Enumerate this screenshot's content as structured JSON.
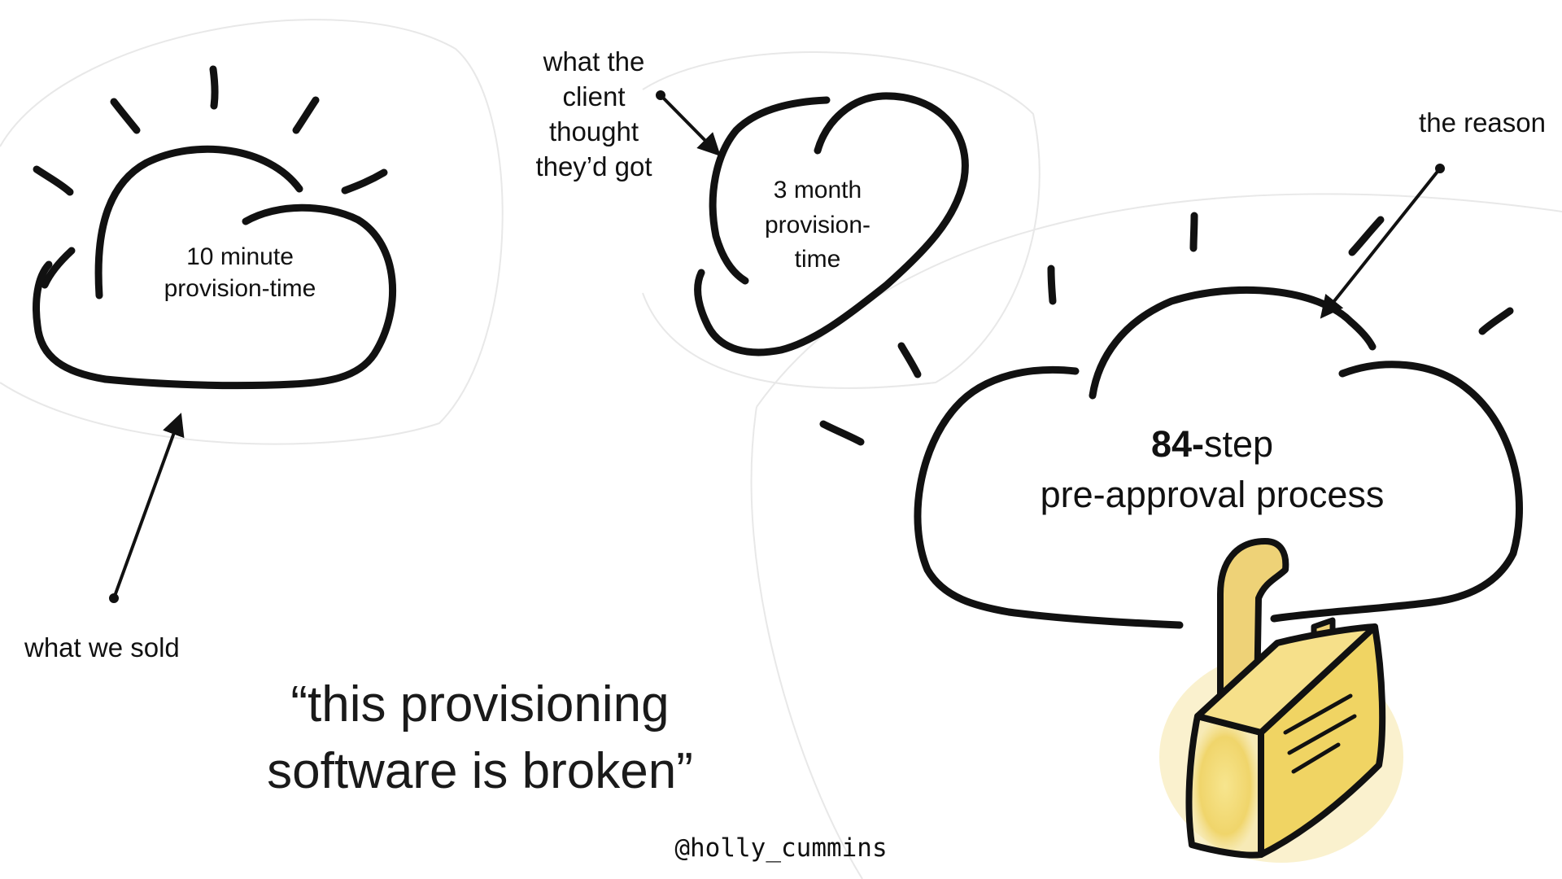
{
  "labels": {
    "what_we_sold": "what we sold",
    "what_client_thought": [
      "what the",
      "client",
      "thought",
      "they’d got"
    ],
    "the_reason": "the reason"
  },
  "clouds": {
    "sold": [
      "10 minute",
      "provision-time"
    ],
    "thought": [
      "3 month",
      "provision-",
      "time"
    ],
    "reason": {
      "bold_part": "84-",
      "normal_part": "step",
      "line2": "pre-approval process"
    }
  },
  "quote": [
    "“this provisioning",
    "software is broken”"
  ],
  "handle": "@holly_cummins",
  "colors": {
    "ink": "#111111",
    "lock_fill": "#f2dc7a",
    "lock_shade": "#e3c24a",
    "background": "#ffffff"
  },
  "icons": [
    "sun-rays",
    "cloud",
    "heart-cloud",
    "padlock-icon",
    "arrow"
  ]
}
